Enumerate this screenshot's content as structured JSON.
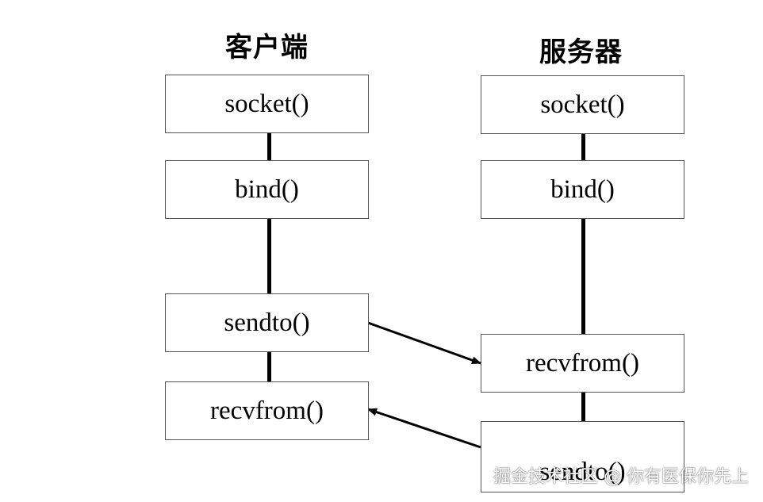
{
  "client": {
    "title": "客户端",
    "steps": [
      "socket()",
      "bind()",
      "sendto()",
      "recvfrom()"
    ]
  },
  "server": {
    "title": "服务器",
    "steps": [
      "socket()",
      "bind()",
      "recvfrom()",
      "sendto()"
    ]
  },
  "watermark": "掘金技术社区 @ 你有医保你先上"
}
